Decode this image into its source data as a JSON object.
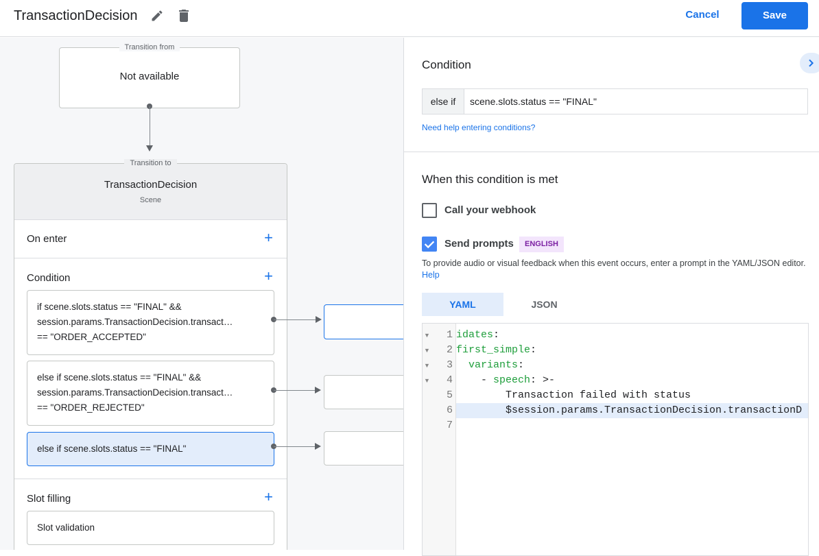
{
  "header": {
    "title": "TransactionDecision",
    "edit_icon": "pencil-icon",
    "delete_icon": "trash-icon",
    "cancel_label": "Cancel",
    "save_label": "Save"
  },
  "canvas": {
    "transition_from": {
      "label": "Transition from",
      "value": "Not available"
    },
    "transition_to": {
      "label": "Transition to",
      "scene_name": "TransactionDecision",
      "scene_type": "Scene"
    },
    "on_enter": {
      "label": "On enter"
    },
    "condition": {
      "label": "Condition",
      "items": [
        {
          "lines": [
            "if scene.slots.status == \"FINAL\" &&",
            "session.params.TransactionDecision.transact…",
            "== \"ORDER_ACCEPTED\""
          ]
        },
        {
          "lines": [
            "else if scene.slots.status == \"FINAL\" &&",
            "session.params.TransactionDecision.transact…",
            "== \"ORDER_REJECTED\""
          ]
        },
        {
          "lines": [
            "else if scene.slots.status == \"FINAL\""
          ],
          "selected": true
        }
      ]
    },
    "slot_filling": {
      "label": "Slot filling",
      "items": [
        {
          "label": "Slot validation"
        }
      ]
    }
  },
  "panel": {
    "condition_title": "Condition",
    "condition_prefix": "else if",
    "condition_value": "scene.slots.status == \"FINAL\"",
    "help_link": "Need help entering conditions?",
    "met_title": "When this condition is met",
    "webhook": {
      "label": "Call your webhook",
      "checked": false
    },
    "prompts": {
      "label": "Send prompts",
      "checked": true,
      "badge": "ENGLISH"
    },
    "description": "To provide audio or visual feedback when this event occurs, enter a prompt in the YAML/JSON editor.",
    "description_link": "Help",
    "tabs": [
      {
        "label": "YAML",
        "active": true
      },
      {
        "label": "JSON",
        "active": false
      }
    ],
    "editor": {
      "lines": [
        {
          "n": "1",
          "key": "idates",
          "rest": ":"
        },
        {
          "n": "2",
          "key": "first_simple",
          "rest": ":"
        },
        {
          "n": "3",
          "indent": "  ",
          "key": "variants",
          "rest": ":"
        },
        {
          "n": "4",
          "indent": "    - ",
          "key": "speech",
          "rest": ": >-"
        },
        {
          "n": "5",
          "text": "        Transaction failed with status"
        },
        {
          "n": "6",
          "text": "        $session.params.TransactionDecision.transactionD"
        },
        {
          "n": "7",
          "text": ""
        }
      ],
      "highlighted_line": 6
    },
    "collapse_icon": "chevron-right-icon"
  },
  "colors": {
    "accent": "#1a73e8",
    "selected_bg": "#e3edfb",
    "badge_bg": "#f3e5fc",
    "badge_text": "#7b1fa2",
    "yaml_key": "#1e9e3b"
  }
}
